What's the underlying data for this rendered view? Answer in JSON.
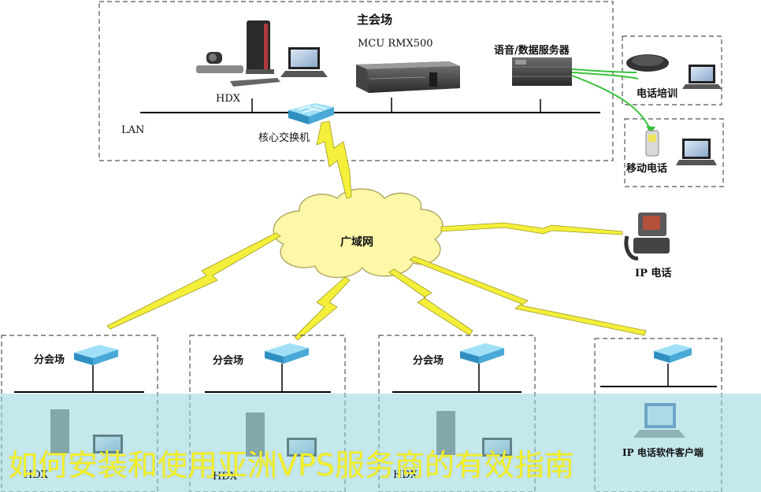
{
  "main_site": {
    "title": "主会场",
    "lan_label": "LAN",
    "hdx_label": "HDX",
    "mcu_label": "MCU RMX500",
    "server_label": "语音/数据服务器",
    "switch_label": "核心交换机"
  },
  "side": {
    "phone_training_label": "电话培训",
    "mobile_label": "移动电话",
    "ip_phone_label": "IP 电话"
  },
  "wan_label": "广域网",
  "branches": [
    {
      "title": "分会场",
      "hdx_label": "HDX"
    },
    {
      "title": "分会场",
      "hdx_label": "HDX"
    },
    {
      "title": "分会场",
      "hdx_label": "HDX"
    }
  ],
  "ip_software_label": "IP 电话软件客户端",
  "banner_text": "如何安装和使用亚洲VPS服务商的有效指南",
  "colors": {
    "lightning": "#f3ef3a",
    "cloud": "#fdf7a8",
    "switch": "#5fb6dc",
    "green_link": "#37c23a"
  }
}
